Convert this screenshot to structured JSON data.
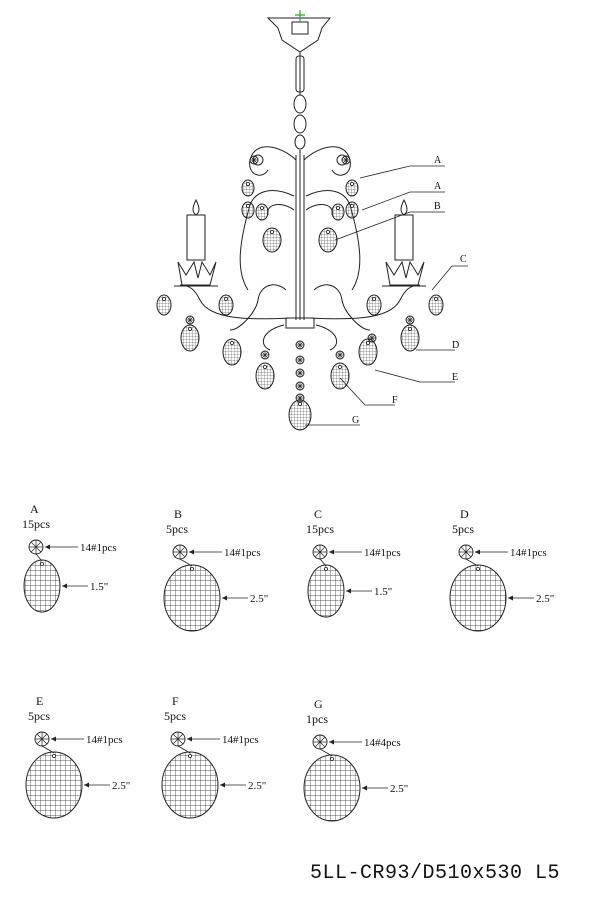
{
  "diagram": {
    "callouts": [
      "A",
      "A",
      "B",
      "C",
      "D",
      "E",
      "F",
      "G"
    ],
    "parts": [
      {
        "letter": "A",
        "qty": "15pcs",
        "bead": "14#1pcs",
        "size": "1.5\""
      },
      {
        "letter": "B",
        "qty": "5pcs",
        "bead": "14#1pcs",
        "size": "2.5\""
      },
      {
        "letter": "C",
        "qty": "15pcs",
        "bead": "14#1pcs",
        "size": "1.5\""
      },
      {
        "letter": "D",
        "qty": "5pcs",
        "bead": "14#1pcs",
        "size": "2.5\""
      },
      {
        "letter": "E",
        "qty": "5pcs",
        "bead": "14#1pcs",
        "size": "2.5\""
      },
      {
        "letter": "F",
        "qty": "5pcs",
        "bead": "14#1pcs",
        "size": "2.5\""
      },
      {
        "letter": "G",
        "qty": "1pcs",
        "bead": "14#4pcs",
        "size": "2.5\""
      }
    ],
    "model_code": "5LL-CR93/D510x530 L5"
  }
}
